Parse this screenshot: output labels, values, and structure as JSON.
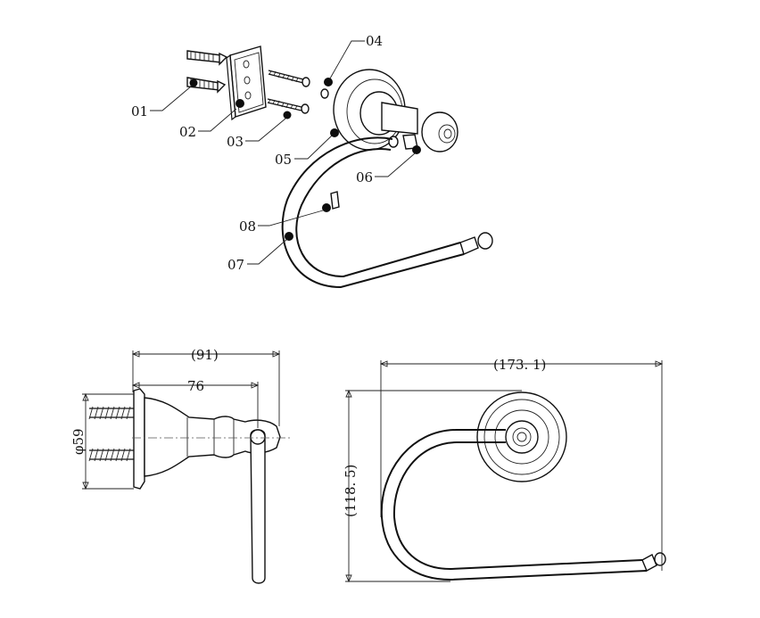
{
  "callouts": {
    "c01": "01",
    "c02": "02",
    "c03": "03",
    "c04": "04",
    "c05": "05",
    "c06": "06",
    "c07": "07",
    "c08": "08"
  },
  "dimensions": {
    "side_depth": "(91)",
    "side_offset": "76",
    "side_diameter": "φ59",
    "front_width": "(173. 1)",
    "front_height": "(118. 5)"
  },
  "colors": {
    "line": "#111111",
    "background": "#ffffff",
    "marker": "#0d0d0d"
  }
}
